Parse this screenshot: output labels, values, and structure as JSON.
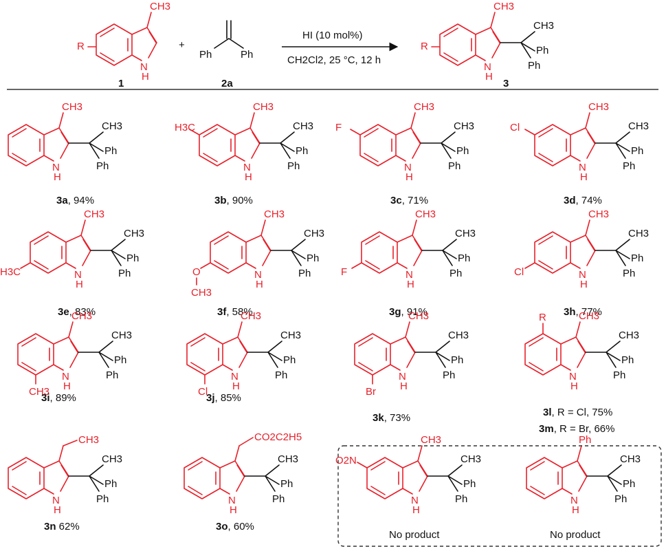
{
  "scheme": {
    "reactant1_label": "1",
    "reactant2_label": "2a",
    "product_label": "3",
    "plus": "+",
    "conditions_top": "HI (10 mol%)",
    "conditions_bottom": "CH2Cl2, 25 °C, 12 h",
    "r_group": "R"
  },
  "atoms": {
    "ch3": "CH3",
    "ph": "Ph",
    "nh_n": "N",
    "nh_h": "H",
    "f": "F",
    "cl": "Cl",
    "br": "Br",
    "o": "O",
    "no2": "O2N",
    "h3c": "H3C",
    "co2et": "CO2C2H5",
    "r": "R"
  },
  "compounds": [
    {
      "id": "3a",
      "yield": ", 94%"
    },
    {
      "id": "3b",
      "yield": ", 90%"
    },
    {
      "id": "3c",
      "yield": ", 71%"
    },
    {
      "id": "3d",
      "yield": ", 74%"
    },
    {
      "id": "3e",
      "yield": ", 83%"
    },
    {
      "id": "3f",
      "yield": ", 58%"
    },
    {
      "id": "3g",
      "yield": ", 91%"
    },
    {
      "id": "3h",
      "yield": ", 77%"
    },
    {
      "id": "3i",
      "yield": ", 89%"
    },
    {
      "id": "3j",
      "yield": ", 85%"
    },
    {
      "id": "3k",
      "yield": ", 73%"
    },
    {
      "id": "3l",
      "yield": ", R = Cl, 75%"
    },
    {
      "id": "3m",
      "yield": ", R = Br, 66%"
    },
    {
      "id": "3n",
      "yield": " 62%"
    },
    {
      "id": "3o",
      "yield": ", 60%"
    }
  ],
  "failed": {
    "label": "No product"
  }
}
